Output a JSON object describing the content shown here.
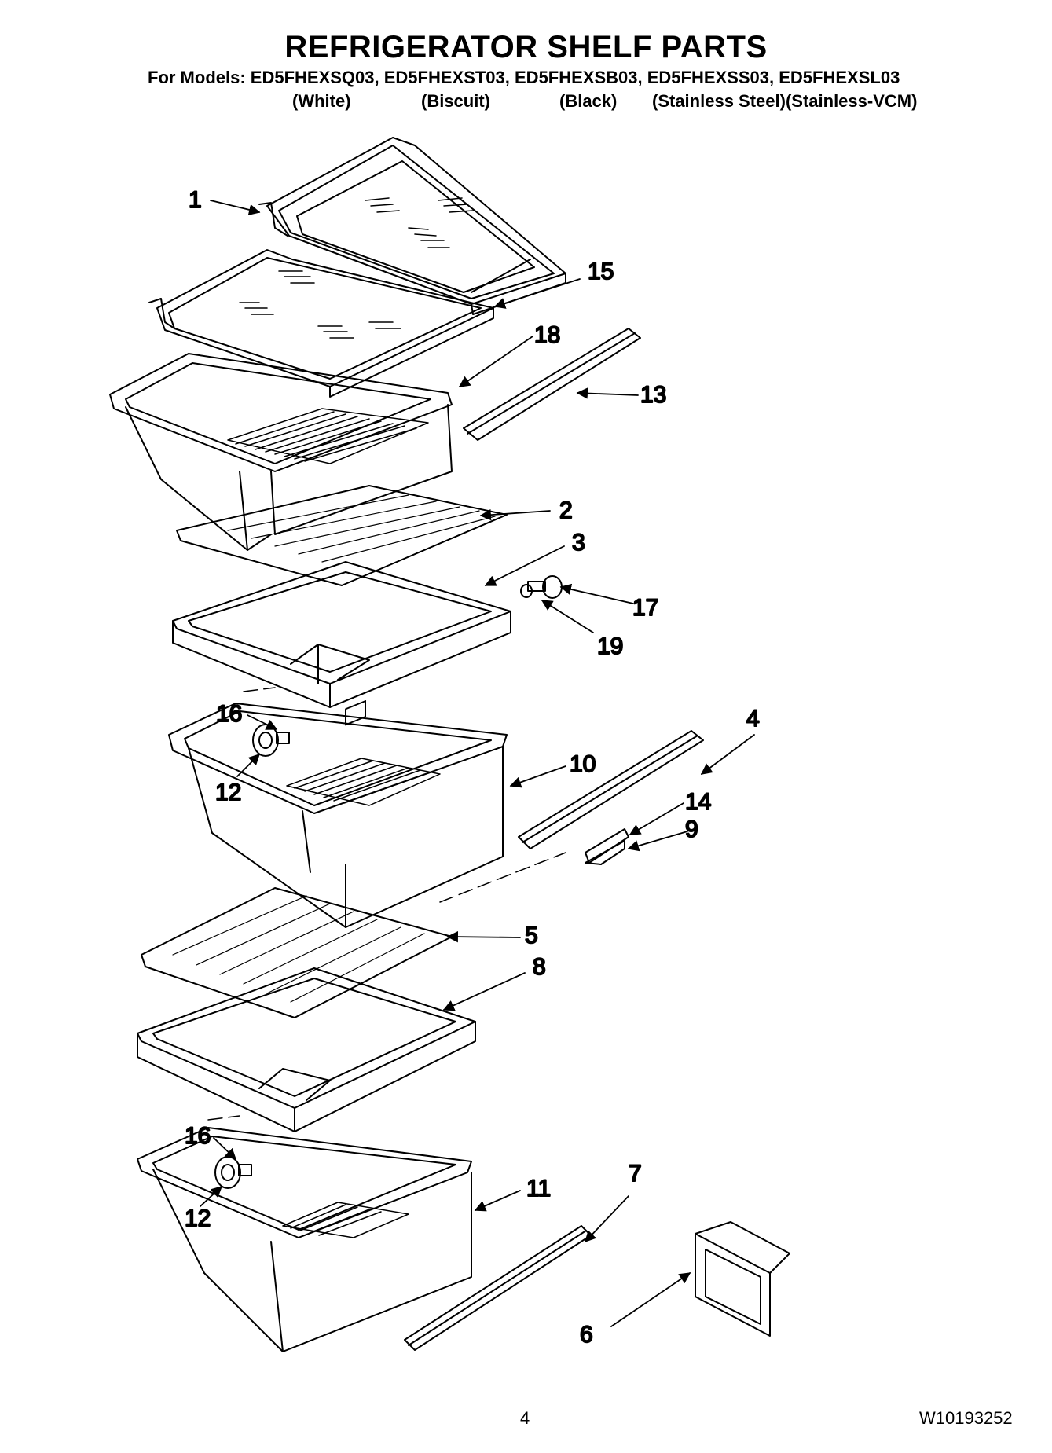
{
  "header": {
    "title": "REFRIGERATOR SHELF PARTS",
    "models_line": "For Models: ED5FHEXSQ03, ED5FHEXST03, ED5FHEXSB03, ED5FHEXSS03, ED5FHEXSL03",
    "colors": [
      "(White)",
      "(Biscuit)",
      "(Black)",
      "(Stainless Steel)(Stainless-VCM)"
    ]
  },
  "callouts": {
    "c1": "1",
    "c15": "15",
    "c18": "18",
    "c13": "13",
    "c2": "2",
    "c3": "3",
    "c17": "17",
    "c19": "19",
    "c4": "4",
    "c16a": "16",
    "c12a": "12",
    "c10": "10",
    "c14": "14",
    "c9": "9",
    "c5": "5",
    "c8": "8",
    "c16b": "16",
    "c12b": "12",
    "c11": "11",
    "c7": "7",
    "c6": "6"
  },
  "footer": {
    "page_number": "4",
    "doc_number": "W10193252"
  }
}
